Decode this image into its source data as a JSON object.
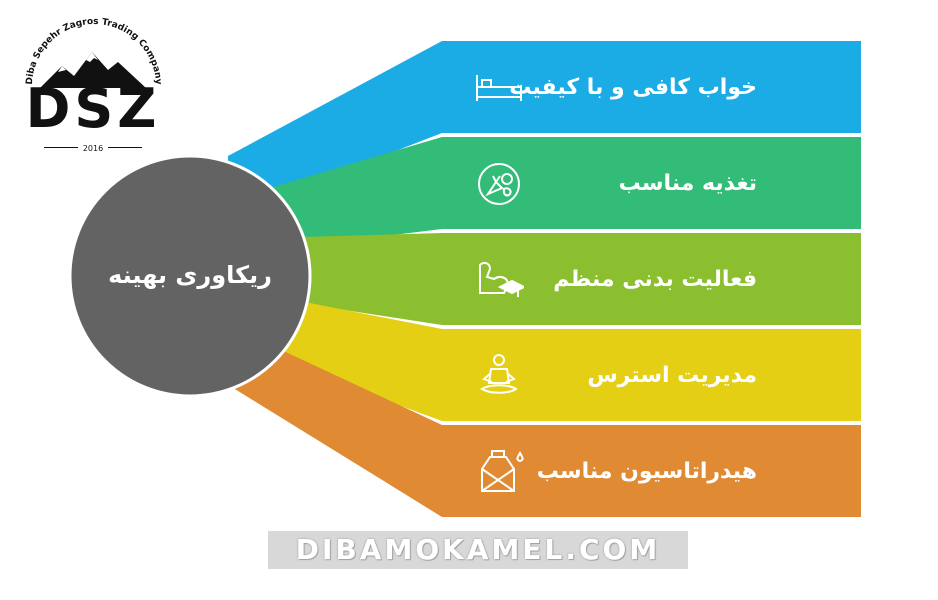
{
  "logo": {
    "company_arc": "Diba Sepehr Zagros Trading Company",
    "mark": "DSZ",
    "year": "2016"
  },
  "center": {
    "label": "ریکاوری بهینه",
    "color": "#636363"
  },
  "items": [
    {
      "label": "خواب کافی و با کیفیت",
      "color": "#1bace5",
      "icon": "bed-icon"
    },
    {
      "label": "تغذیه مناسب",
      "color": "#33bb78",
      "icon": "healthy-food-icon"
    },
    {
      "label": "فعالیت بدنی منظم",
      "color": "#8cbf2f",
      "icon": "muscle-arm-icon"
    },
    {
      "label": "مدیریت استرس",
      "color": "#e4cf14",
      "icon": "meditation-icon"
    },
    {
      "label": "هیدراتاسیون مناسب",
      "color": "#e08a34",
      "icon": "water-bottle-icon"
    }
  ],
  "watermark": "DIBAMOKAMEL.COM"
}
